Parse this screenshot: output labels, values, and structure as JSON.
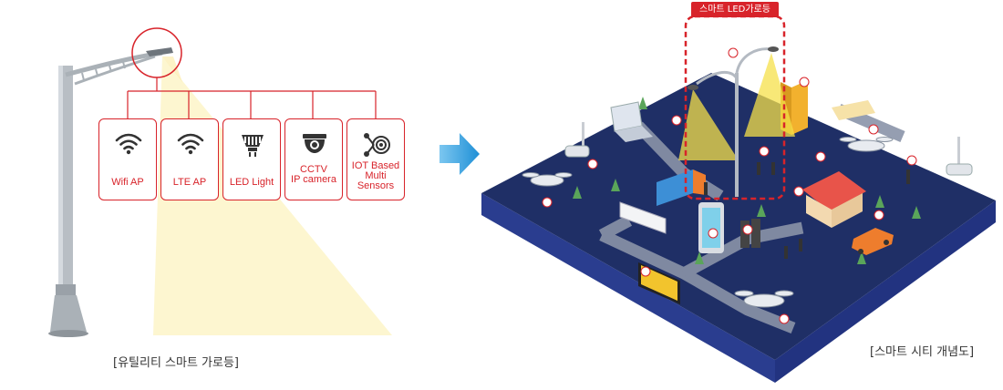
{
  "left_panel": {
    "caption": "[유틸리티 스마트 가로등]",
    "features": [
      {
        "label": "Wifi AP",
        "icon": "wifi-icon"
      },
      {
        "label": "LTE AP",
        "icon": "wifi-icon"
      },
      {
        "label": "LED Light",
        "icon": "led-bulb-icon"
      },
      {
        "label": "CCTV\nIP camera",
        "icon": "dome-camera-icon"
      },
      {
        "label": "IOT Based\nMulti\nSensors",
        "icon": "sensor-node-icon"
      }
    ]
  },
  "right_panel": {
    "highlight_label": "스마트 LED가로등",
    "caption": "[스마트 시티 개념도]"
  },
  "colors": {
    "accent_red": "#d8232a",
    "arrow_blue": "#2a9fe0",
    "board_top": "#1f2f66",
    "board_side": "#2a3d8f",
    "light_beam": "#fdf4c8"
  }
}
